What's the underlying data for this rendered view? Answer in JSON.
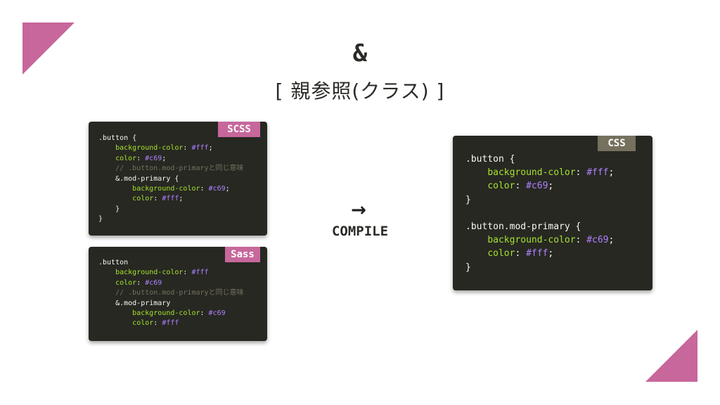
{
  "colors": {
    "accent": "#c7679b",
    "panel_bg": "#272822",
    "css_badge": "#75715e",
    "text_dark": "#2b2b27"
  },
  "title": {
    "symbol": "&",
    "subtitle": "[ 親参照(クラス) ]"
  },
  "arrow": {
    "glyph": "→",
    "label": "COMPILE"
  },
  "panels": {
    "scss": {
      "badge": "SCSS",
      "lines": [
        [
          {
            "t": ".button {",
            "c": "plain"
          }
        ],
        [
          {
            "t": "    ",
            "c": "plain"
          },
          {
            "t": "background-color",
            "c": "prop"
          },
          {
            "t": ": ",
            "c": "plain"
          },
          {
            "t": "#fff",
            "c": "val"
          },
          {
            "t": ";",
            "c": "plain"
          }
        ],
        [
          {
            "t": "    ",
            "c": "plain"
          },
          {
            "t": "color",
            "c": "prop"
          },
          {
            "t": ": ",
            "c": "plain"
          },
          {
            "t": "#c69",
            "c": "val"
          },
          {
            "t": ";",
            "c": "plain"
          }
        ],
        [
          {
            "t": "    // .button.mod-primaryと同じ意味",
            "c": "comment"
          }
        ],
        [
          {
            "t": "    &.mod-primary {",
            "c": "plain"
          }
        ],
        [
          {
            "t": "        ",
            "c": "plain"
          },
          {
            "t": "background-color",
            "c": "prop"
          },
          {
            "t": ": ",
            "c": "plain"
          },
          {
            "t": "#c69",
            "c": "val"
          },
          {
            "t": ";",
            "c": "plain"
          }
        ],
        [
          {
            "t": "        ",
            "c": "plain"
          },
          {
            "t": "color",
            "c": "prop"
          },
          {
            "t": ": ",
            "c": "plain"
          },
          {
            "t": "#fff",
            "c": "val"
          },
          {
            "t": ";",
            "c": "plain"
          }
        ],
        [
          {
            "t": "    }",
            "c": "plain"
          }
        ],
        [
          {
            "t": "}",
            "c": "plain"
          }
        ]
      ]
    },
    "sass": {
      "badge": "Sass",
      "lines": [
        [
          {
            "t": ".button",
            "c": "plain"
          }
        ],
        [
          {
            "t": "    ",
            "c": "plain"
          },
          {
            "t": "background-color",
            "c": "prop"
          },
          {
            "t": ": ",
            "c": "plain"
          },
          {
            "t": "#fff",
            "c": "val"
          }
        ],
        [
          {
            "t": "    ",
            "c": "plain"
          },
          {
            "t": "color",
            "c": "prop"
          },
          {
            "t": ": ",
            "c": "plain"
          },
          {
            "t": "#c69",
            "c": "val"
          }
        ],
        [
          {
            "t": "    // .button.mod-primaryと同じ意味",
            "c": "comment"
          }
        ],
        [
          {
            "t": "    &.mod-primary",
            "c": "plain"
          }
        ],
        [
          {
            "t": "        ",
            "c": "plain"
          },
          {
            "t": "background-color",
            "c": "prop"
          },
          {
            "t": ": ",
            "c": "plain"
          },
          {
            "t": "#c69",
            "c": "val"
          }
        ],
        [
          {
            "t": "        ",
            "c": "plain"
          },
          {
            "t": "color",
            "c": "prop"
          },
          {
            "t": ": ",
            "c": "plain"
          },
          {
            "t": "#fff",
            "c": "val"
          }
        ]
      ]
    },
    "css": {
      "badge": "CSS",
      "lines": [
        [
          {
            "t": ".button {",
            "c": "plain"
          }
        ],
        [
          {
            "t": "    ",
            "c": "plain"
          },
          {
            "t": "background-color",
            "c": "prop"
          },
          {
            "t": ": ",
            "c": "plain"
          },
          {
            "t": "#fff",
            "c": "val"
          },
          {
            "t": ";",
            "c": "plain"
          }
        ],
        [
          {
            "t": "    ",
            "c": "plain"
          },
          {
            "t": "color",
            "c": "prop"
          },
          {
            "t": ": ",
            "c": "plain"
          },
          {
            "t": "#c69",
            "c": "val"
          },
          {
            "t": ";",
            "c": "plain"
          }
        ],
        [
          {
            "t": "}",
            "c": "plain"
          }
        ],
        [
          {
            "t": "",
            "c": "plain"
          }
        ],
        [
          {
            "t": ".button.mod-primary {",
            "c": "plain"
          }
        ],
        [
          {
            "t": "    ",
            "c": "plain"
          },
          {
            "t": "background-color",
            "c": "prop"
          },
          {
            "t": ": ",
            "c": "plain"
          },
          {
            "t": "#c69",
            "c": "val"
          },
          {
            "t": ";",
            "c": "plain"
          }
        ],
        [
          {
            "t": "    ",
            "c": "plain"
          },
          {
            "t": "color",
            "c": "prop"
          },
          {
            "t": ": ",
            "c": "plain"
          },
          {
            "t": "#fff",
            "c": "val"
          },
          {
            "t": ";",
            "c": "plain"
          }
        ],
        [
          {
            "t": "}",
            "c": "plain"
          }
        ]
      ]
    }
  }
}
